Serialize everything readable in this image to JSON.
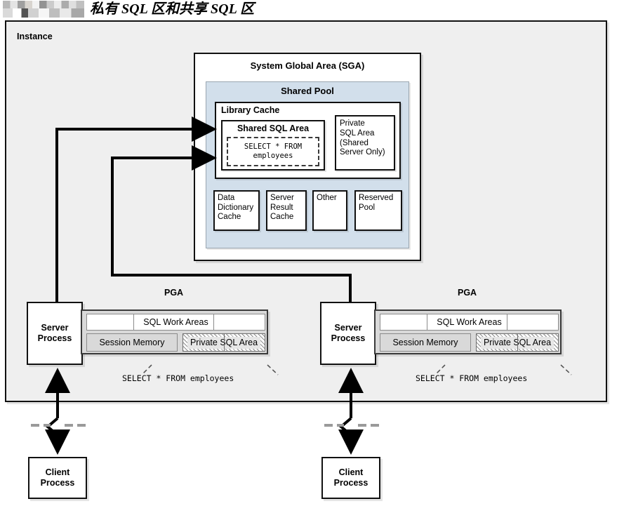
{
  "title": {
    "text": "私有 SQL 区和共享 SQL 区",
    "redacted_label": "redacted-block"
  },
  "diagram": {
    "instance_label": "Instance",
    "sga": {
      "title": "System Global Area (SGA)",
      "shared_pool": {
        "title": "Shared Pool",
        "library_cache": {
          "title": "Library Cache",
          "shared_sql_area": {
            "title": "Shared SQL Area",
            "statement": "SELECT * FROM\nemployees"
          },
          "private_sql_area": {
            "text": "Private\nSQL Area\n(Shared\nServer Only)"
          }
        },
        "components": [
          {
            "id": "data-dictionary-cache",
            "label": "Data\nDictionary\nCache"
          },
          {
            "id": "server-result-cache",
            "label": "Server\nResult\nCache"
          },
          {
            "id": "other",
            "label": "Other"
          },
          {
            "id": "reserved-pool",
            "label": "Reserved\nPool"
          }
        ]
      }
    },
    "processes": [
      {
        "id": "left",
        "server_process_label": "Server\nProcess",
        "pga_label": "PGA",
        "sql_work_areas_label": "SQL Work Areas",
        "session_memory_label": "Session Memory",
        "private_sql_area_label": "Private SQL Area",
        "caption_statement": "SELECT * FROM employees",
        "client_process_label": "Client\nProcess"
      },
      {
        "id": "right",
        "server_process_label": "Server\nProcess",
        "pga_label": "PGA",
        "sql_work_areas_label": "SQL Work Areas",
        "session_memory_label": "Session Memory",
        "private_sql_area_label": "Private SQL Area",
        "caption_statement": "SELECT * FROM employees",
        "client_process_label": "Client\nProcess"
      }
    ]
  },
  "colors": {
    "instance_background": "#efefef",
    "shared_pool_background": "#d2dfeb",
    "pga_background": "#d9d9d9",
    "box_border": "#111111",
    "page_background": "#ffffff"
  }
}
